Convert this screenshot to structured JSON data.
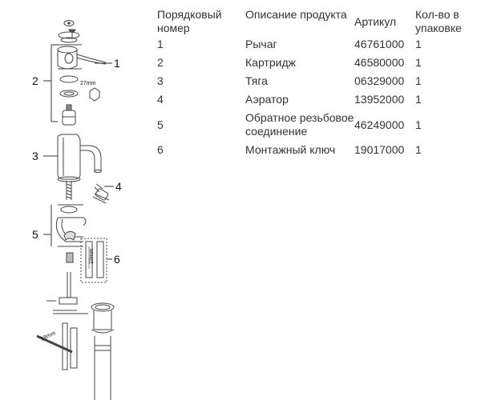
{
  "diagram": {
    "callouts": [
      "1",
      "2",
      "3",
      "4",
      "5",
      "6"
    ],
    "dimensions": [
      "27mm",
      "19mm",
      "19mm"
    ]
  },
  "table": {
    "headers": [
      "Порядковый номер",
      "Описание продукта",
      "Артикул",
      "Кол-во в упаковке"
    ],
    "rows": [
      {
        "num": "1",
        "desc": "Рычаг",
        "article": "46761000",
        "qty": "1"
      },
      {
        "num": "2",
        "desc": "Картридж",
        "article": "46580000",
        "qty": "1"
      },
      {
        "num": "3",
        "desc": "Тяга",
        "article": "06329000",
        "qty": "1"
      },
      {
        "num": "4",
        "desc": "Аэратор",
        "article": "13952000",
        "qty": "1"
      },
      {
        "num": "5",
        "desc": "Обратное резьбовое соединение",
        "article": "46249000",
        "qty": "1"
      },
      {
        "num": "6",
        "desc": "Монтажный ключ",
        "article": "19017000",
        "qty": "1"
      }
    ]
  }
}
